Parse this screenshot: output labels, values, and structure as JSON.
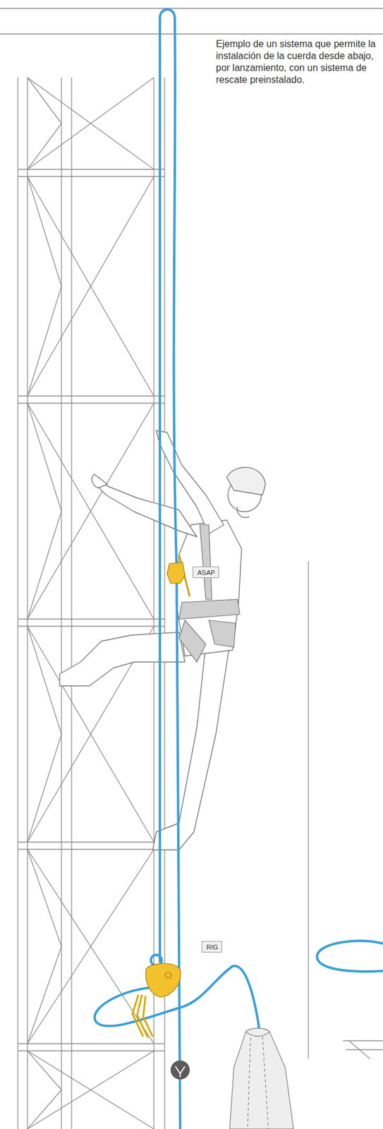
{
  "diagram": {
    "caption": "Ejemplo de un sistema que permite la instalación de la cuerda desde abajo, por lanzamiento, con un sistema de rescate preinstalado.",
    "nodes": [
      {
        "text": [
          "ASAP"
        ]
      },
      {
        "text": [
          "RIG"
        ]
      }
    ]
  }
}
